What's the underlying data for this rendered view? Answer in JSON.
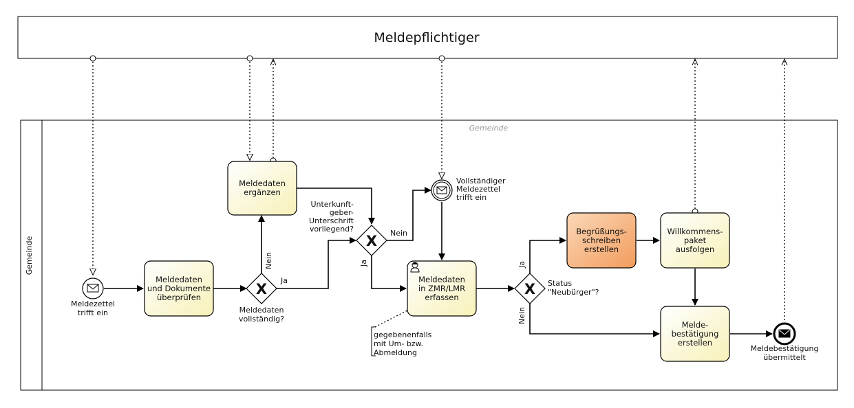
{
  "pool_external": {
    "title": "Meldepflichtiger"
  },
  "pool_main": {
    "lane_label": "Gemeinde",
    "lane_title": "Gemeinde"
  },
  "events": {
    "start": {
      "label": [
        "Meldezettel",
        "trifft ein"
      ],
      "icon": "envelope-icon"
    },
    "intermediate": {
      "label": [
        "Vollständiger",
        "Meldezettel",
        "trifft ein"
      ],
      "icon": "envelope-icon"
    },
    "end": {
      "label": [
        "Meldebestätigung",
        "übermittelt"
      ],
      "icon": "envelope-filled-icon"
    }
  },
  "tasks": {
    "pruefen": {
      "label": [
        "Meldedaten",
        "und Dokumente",
        "überprüfen"
      ]
    },
    "ergaenzen": {
      "label": [
        "Meldedaten",
        "ergänzen"
      ]
    },
    "erfassen": {
      "label": [
        "Meldedaten",
        "in ZMR/LMR",
        "erfassen"
      ],
      "icon": "user-icon"
    },
    "begruessung": {
      "label": [
        "Begrüßungs-",
        "schreiben",
        "erstellen"
      ]
    },
    "willkommen": {
      "label": [
        "Willkommens-",
        "paket",
        "ausfolgen"
      ]
    },
    "bestaetigung": {
      "label": [
        "Melde-",
        "bestätigung",
        "erstellen"
      ]
    }
  },
  "gateways": {
    "vollstaendig": {
      "label": [
        "Meldedaten",
        "vollständig?"
      ],
      "yes": "Ja",
      "no": "Nein"
    },
    "unterschrift": {
      "label": [
        "Unterkunft-",
        "geber-",
        "Unterschrift",
        "vorliegend?"
      ],
      "yes": "Ja",
      "no": "Nein"
    },
    "status": {
      "label": [
        "Status",
        "\"Neubürger\"?"
      ],
      "yes": "Ja",
      "no": "Nein"
    }
  },
  "annotation": {
    "lines": [
      "gegebenenfalls",
      "mit Um- bzw.",
      "Abmeldung"
    ]
  },
  "colors": {
    "task_fill": "#fdfbd8",
    "task_highlight_fill": "#f5b585",
    "line": "#000000"
  }
}
